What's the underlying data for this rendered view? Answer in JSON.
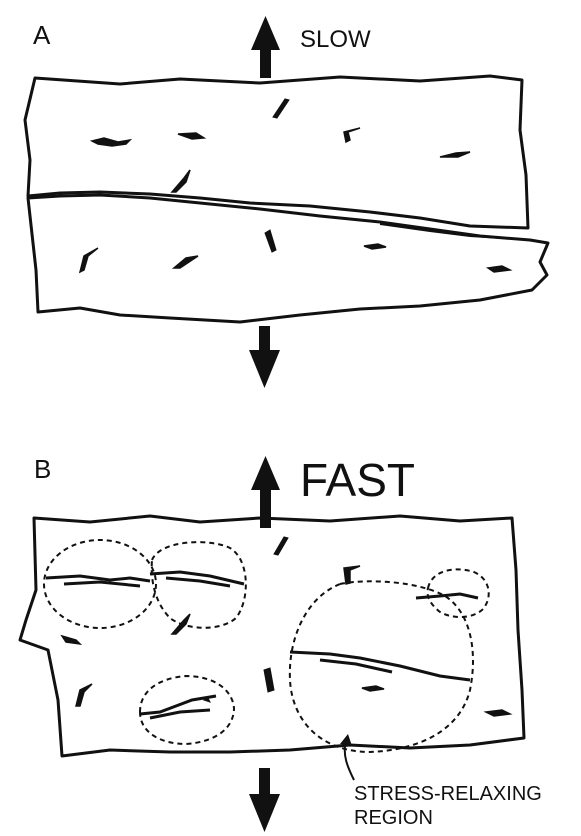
{
  "panels": {
    "a": {
      "letter": "A",
      "rate": "SLOW"
    },
    "b": {
      "letter": "B",
      "rate": "FAST",
      "region_label_line1": "STRESS-RELAXING",
      "region_label_line2": "REGION"
    }
  },
  "colors": {
    "ink": "#111111",
    "paper": "#ffffff"
  }
}
